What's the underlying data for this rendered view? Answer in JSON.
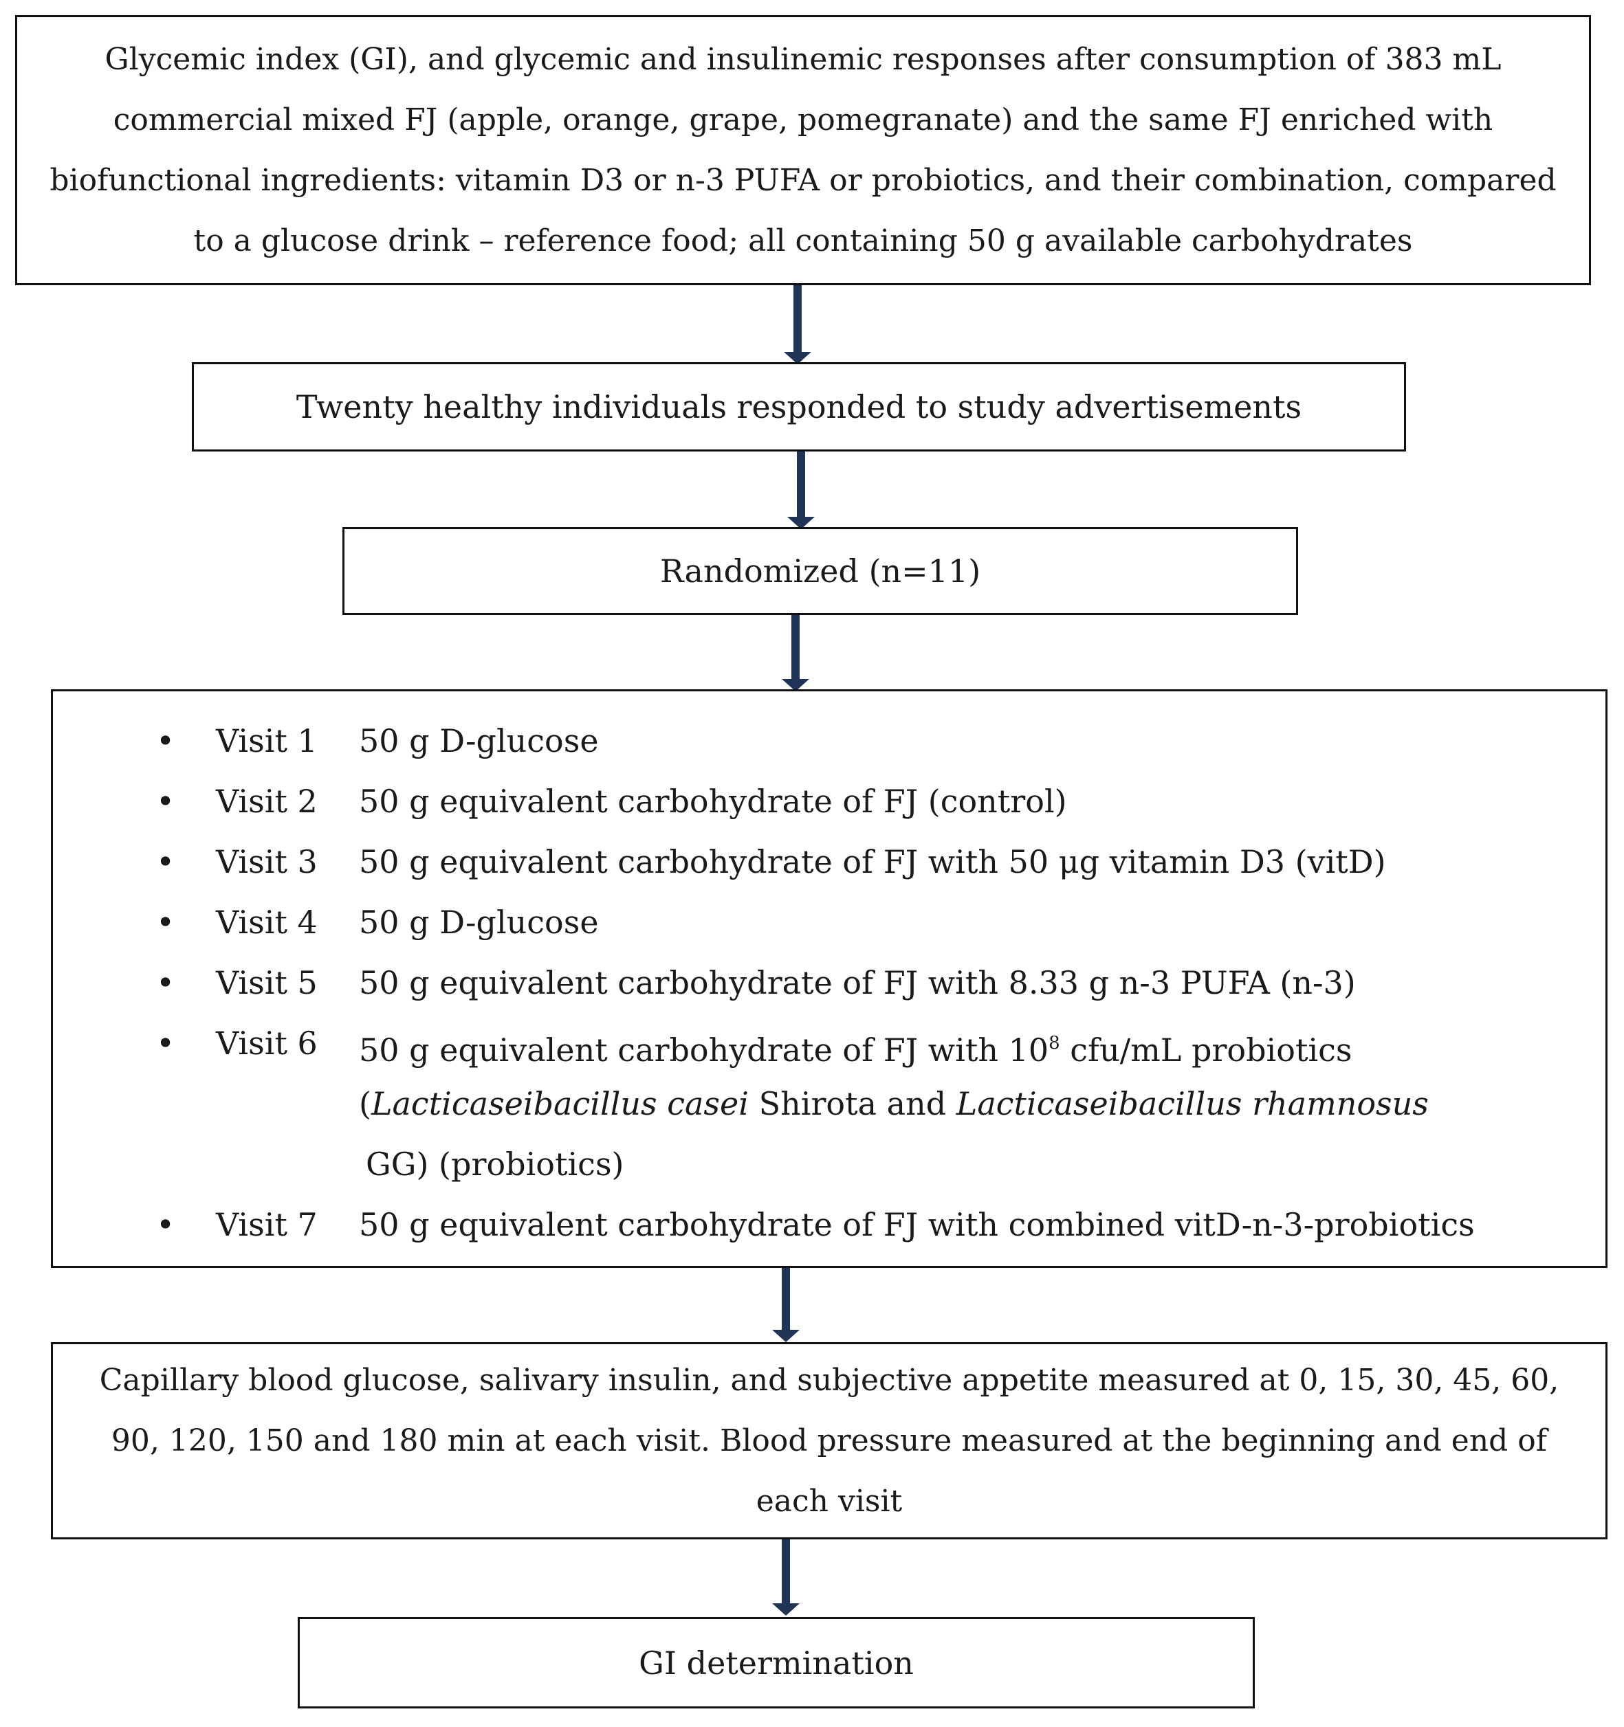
{
  "boxes": {
    "intro": "Glycemic index (GI), and glycemic and insulinemic responses after consumption of 383 mL commercial mixed FJ (apple, orange, grape, pomegranate) and the same FJ enriched with biofunctional ingredients: vitamin D3 or n-3 PUFA or probiotics, and their combination, compared to a glucose drink – reference food; all containing 50 g available carbohydrates",
    "recruited": "Twenty healthy individuals responded to study advertisements",
    "randomized": "Randomized (n=11)",
    "measurements": "Capillary blood glucose, salivary insulin, and subjective appetite measured at 0, 15, 30, 45, 60, 90, 120, 150 and 180 min at each visit. Blood pressure measured at the beginning and end of each visit",
    "final": "GI determination"
  },
  "visits": [
    {
      "label": "Visit 1",
      "desc": "50 g D-glucose"
    },
    {
      "label": "Visit 2",
      "desc": "50 g equivalent carbohydrate of FJ (control)"
    },
    {
      "label": "Visit 3",
      "desc": "50 g equivalent carbohydrate of FJ with 50 μg vitamin D3 (vitD)"
    },
    {
      "label": "Visit 4",
      "desc": "50 g D-glucose"
    },
    {
      "label": "Visit 5",
      "desc": "50 g equivalent carbohydrate of FJ with 8.33 g n-3 PUFA (n-3)"
    },
    {
      "label": "Visit 6",
      "desc_pre": "50 g equivalent carbohydrate of FJ with 10",
      "desc_exp": "8",
      "desc_post": " cfu/mL probiotics",
      "line2_open": "(",
      "species1": "Lacticaseibacillus casei",
      "line2_mid": " Shirota and ",
      "species2": "Lacticaseibacillus rhamnosus",
      "line3": "GG) (probiotics)"
    },
    {
      "label": "Visit 7",
      "desc": "50 g equivalent carbohydrate of FJ with combined vitD-n-3-probiotics"
    }
  ],
  "bullet_symbol": "•"
}
